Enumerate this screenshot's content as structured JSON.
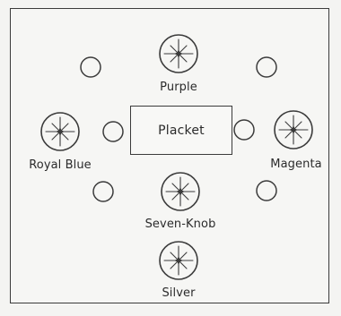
{
  "diagram": {
    "center_box": {
      "label": "Placket"
    },
    "knobs": [
      {
        "id": "purple",
        "label": "Purple"
      },
      {
        "id": "royal-blue",
        "label": "Royal Blue"
      },
      {
        "id": "magenta",
        "label": "Magenta"
      },
      {
        "id": "seven-knob",
        "label": "Seven-Knob"
      },
      {
        "id": "silver",
        "label": "Silver"
      }
    ],
    "plain_circle_count": 6
  },
  "colors": {
    "line": "#3b3b3b",
    "text": "#2b2b2b",
    "background": "#f6f6f4"
  }
}
